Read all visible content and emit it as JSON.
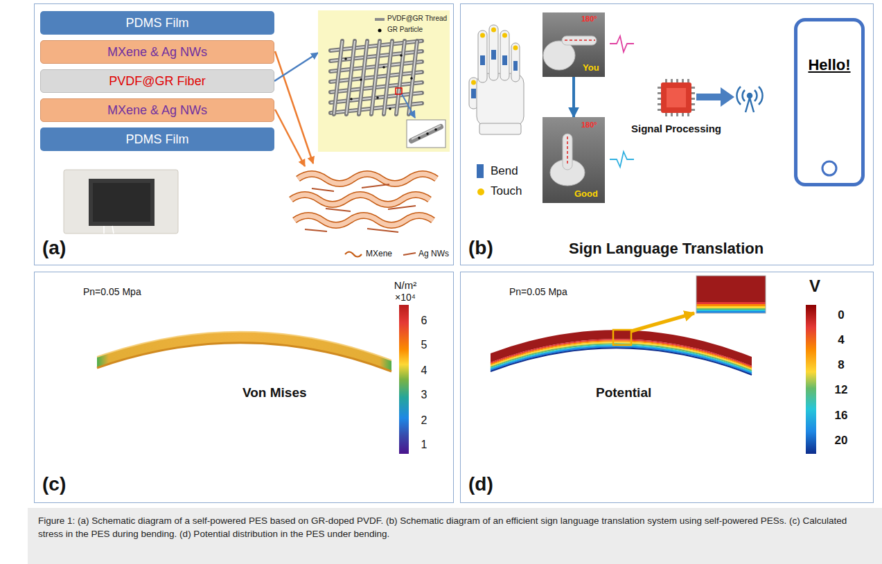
{
  "diagram": {
    "caption": "Figure 1: (a) Schematic diagram of a self-powered PES based on GR-doped PVDF. (b) Schematic diagram of an efficient sign language translation system using self-powered PESs. (c) Calculated stress in the PES during bending. (d) Potential distribution in the PES under bending.",
    "nodes": [
      {
        "text": [
          "(a)"
        ]
      },
      {
        "text": [
          "PDMS Film"
        ],
        "in": 0
      },
      {
        "text": [
          "MXene & Ag NWs"
        ],
        "in": 0
      },
      {
        "text": [
          "PVDF@GR Fiber"
        ],
        "in": 0
      },
      {
        "text": [
          "MXene & Ag NWs"
        ],
        "in": 0
      },
      {
        "text": [
          "PDMS Film"
        ],
        "in": 0
      },
      {
        "text": [
          "PVDF@GR Thread",
          "GR Particle"
        ],
        "in": 0
      },
      {
        "text": [
          "Sign Language Translation",
          "(b)"
        ]
      },
      {
        "text": [
          "180°",
          "You"
        ],
        "in": 7
      },
      {
        "text": [
          "180°",
          "Good"
        ],
        "in": 7
      },
      {
        "text": [
          "Signal Processing"
        ],
        "in": 7
      },
      {
        "text": [
          "Hello!"
        ],
        "in": 7
      },
      {
        "text": [
          "Pn=0.05 Mpa",
          "Von Mises",
          "(c)"
        ]
      },
      {
        "text": [
          "Pn=0.05 Mpa",
          "Potential",
          "(d)"
        ]
      }
    ],
    "edges": [
      {
        "from": 3,
        "to": 6,
        "arrow": "to"
      },
      {
        "from": 8,
        "to": 9,
        "arrow": "to"
      }
    ],
    "labels": [
      "N/m²",
      "×10⁴",
      "6",
      "5",
      "4",
      "3",
      "2",
      "1",
      "V",
      "0",
      "4",
      "8",
      "12",
      "16",
      "20"
    ],
    "legend": [
      {
        "text": "MXene"
      },
      {
        "text": "Ag NWs"
      },
      {
        "text": "Bend",
        "color": "#3b6fb6"
      },
      {
        "text": "Touch",
        "color": "#f5c400"
      }
    ]
  }
}
